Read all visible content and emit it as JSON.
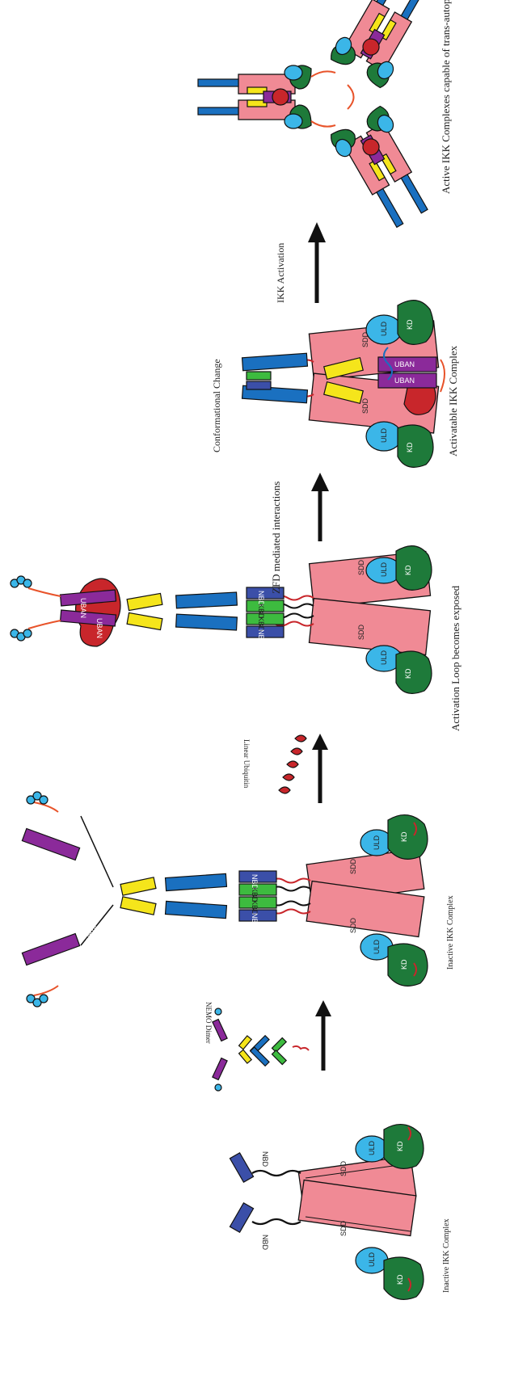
{
  "panels": {
    "stage1": "Inactive IKK Complex",
    "stage2": "Inactive IKK Complex",
    "stage3": "Activation Loop becomes exposed",
    "stage4": "Activatable IKK Complex",
    "stage5": "Active IKK Complexes capable of trans-autophosphorylation"
  },
  "transitions": {
    "t1": "NEMO Dimer",
    "t2": "Linear Ubiquitin",
    "t3": "ZFD mediated interactions",
    "t4": "Conformational Change",
    "t5": "IKK Activation"
  },
  "domains": {
    "nbd": "NBD",
    "kbd": "KBD",
    "uban": "UBAN",
    "sdd": "SDD",
    "uld": "ULD",
    "kd": "KD"
  },
  "colors": {
    "sdd": "#f08a95",
    "uld": "#3bb6e8",
    "kd": "#1e7a3a",
    "nemo_coil": "#1a70c0",
    "nemo_helix": "#f5e51b",
    "kbd": "#3dbb3f",
    "nbd": "#3b4fa8",
    "uban": "#8b2a9a",
    "ubiquitin": "#c8262b",
    "linker": "#e8532a"
  }
}
